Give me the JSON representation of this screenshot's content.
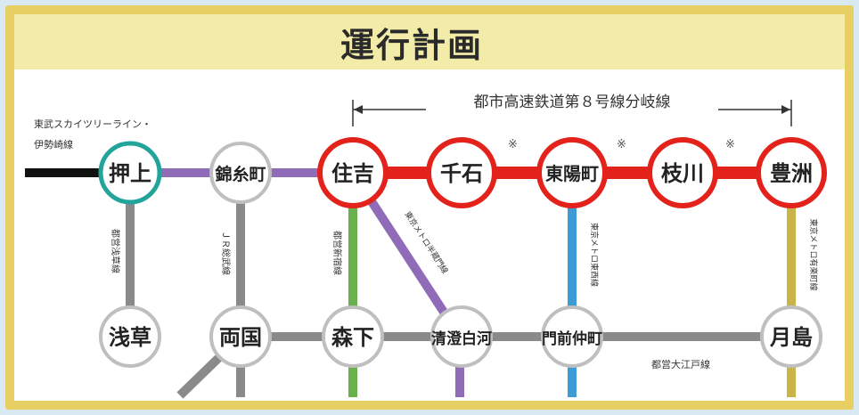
{
  "title": "運行計画",
  "branch_label": "都市高速鉄道第８号線分岐線",
  "line_label_skytree_1": "東武スカイツリーライン・",
  "line_label_skytree_2": "伊勢崎線",
  "line_label_asakusa": "都営浅草線",
  "line_label_sobu": "ＪＲ総武線",
  "line_label_shinjuku": "都営新宿線",
  "line_label_hanzomon": "東京メトロ半蔵門線",
  "line_label_tozai": "東京メトロ東西線",
  "line_label_yurakucho": "東京メトロ有楽町線",
  "line_label_oedo": "都営大江戸線",
  "transfer_mark": "※",
  "stations": {
    "oshiage": "押上",
    "kinshicho": "錦糸町",
    "sumiyoshi": "住吉",
    "sengoku": "千石",
    "toyocho": "東陽町",
    "edagawa": "枝川",
    "toyosu": "豊洲",
    "asakusa": "浅草",
    "ryogoku": "両国",
    "morishita": "森下",
    "kiyosumi": "清澄白河",
    "monzen": "門前仲町",
    "tsukishima": "月島"
  },
  "colors": {
    "branch_red": "#e3221b",
    "oshiage_teal": "#23a49a",
    "skytree_black": "#111111",
    "hanzomon_purple": "#8f6bb8",
    "shinjuku_green": "#6ab04c",
    "tozai_blue": "#3d9bd6",
    "yurakucho_gold": "#c9b44a",
    "asakusa_gray": "#8a8a8a",
    "frame_gold": "#e8cf63"
  }
}
